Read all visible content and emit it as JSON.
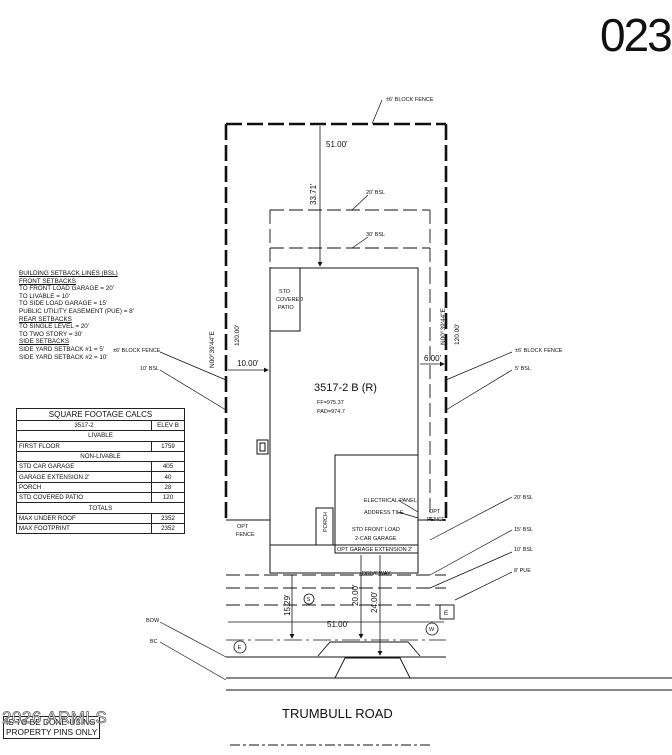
{
  "sheet_number": "023",
  "street_name": "TRUMBULL ROAD",
  "mls_watermark": "2026 ARMLS",
  "pin_note": [
    "IS TO BE DONE USING",
    "PROPERTY PINS ONLY"
  ],
  "plan_label": "3517-2 B (R)",
  "ff_elevation": "FF=975.37",
  "pad_elevation": "PAD=974.7",
  "fence_labels": {
    "top": "±6' BLOCK FENCE",
    "left": "±6' BLOCK FENCE",
    "right": "±6' BLOCK FENCE",
    "opt_fence_left": [
      "OPT",
      "FENCE"
    ],
    "opt_fence_right": [
      "OPT",
      "FENCE"
    ]
  },
  "bsl_labels": {
    "rear_20": "20' BSL",
    "rear_30": "30' BSL",
    "side_left": "10' BSL",
    "side_right": "5' BSL",
    "front_20": "20' BSL",
    "front_15": "15' BSL",
    "front_10": "10' BSL",
    "pue_8": "8' PUE"
  },
  "bearings": {
    "left": "N00°39'44\"E",
    "left_len": "120.00'",
    "right": "N00°39'44\"E",
    "right_len": "120.00'"
  },
  "dimensions": {
    "top_depth": "51.00'",
    "rear_setback": "33.71'",
    "left_side": "10.00'",
    "right_side": "6.00'",
    "front_15": "15.29'",
    "front_20": "20.00'",
    "front_24": "24.00'",
    "bottom_width": "51.00'"
  },
  "rooms": {
    "patio": [
      "STD",
      "COVERED",
      "PATIO"
    ],
    "porch": "PORCH",
    "electrical": "ELECTRICAL PANEL",
    "address": "ADDRESS TILE",
    "garage": [
      "STD FRONT LOAD",
      "2-CAR GARAGE"
    ],
    "garage_ext": "OPT GARAGE EXTENSION 2'",
    "driveway": "DRIVEWAY"
  },
  "markers": {
    "sewer": "S",
    "water": "W",
    "electric": "E",
    "electric_box": "E"
  },
  "street_labels": {
    "bow": "BOW",
    "bc": "BC"
  },
  "legend": {
    "title": "BUILDING SETBACK LINES (BSL)",
    "front_heading": "FRONT SETBACKS",
    "front_items": [
      "TO FRONT LOAD GARAGE = 20'",
      "TO LIVABLE = 10'",
      "TO SIDE LOAD GARAGE = 15'",
      "PUBLIC UTILITY EASEMENT (PUE) = 8'"
    ],
    "rear_heading": "REAR SETBACKS",
    "rear_items": [
      "TO SINGLE LEVEL = 20'",
      "TO TWO STORY = 30'"
    ],
    "side_heading": "SIDE SETBACKS",
    "side_items": [
      "SIDE YARD SETBACK #1 = 5'",
      "SIDE YARD SETBACK #2 = 10'"
    ]
  },
  "sqft_table": {
    "title": "SQUARE FOOTAGE CALCS",
    "plan": "3517-2",
    "elevation": "ELEV B",
    "livable_heading": "LIVABLE",
    "livable_rows": [
      {
        "label": "FIRST FLOOR",
        "value": "1759"
      }
    ],
    "nonlivable_heading": "NON-LIVABLE",
    "nonlivable_rows": [
      {
        "label": "STD CAR GARAGE",
        "value": "405"
      },
      {
        "label": "GARAGE EXTENSION 2'",
        "value": "40"
      },
      {
        "label": "PORCH",
        "value": "28"
      },
      {
        "label": "STD COVERED PATIO",
        "value": "120"
      }
    ],
    "totals_heading": "TOTALS",
    "totals_rows": [
      {
        "label": "MAX UNDER ROOF",
        "value": "2352"
      },
      {
        "label": "MAX FOOTPRINT",
        "value": "2352"
      }
    ]
  }
}
